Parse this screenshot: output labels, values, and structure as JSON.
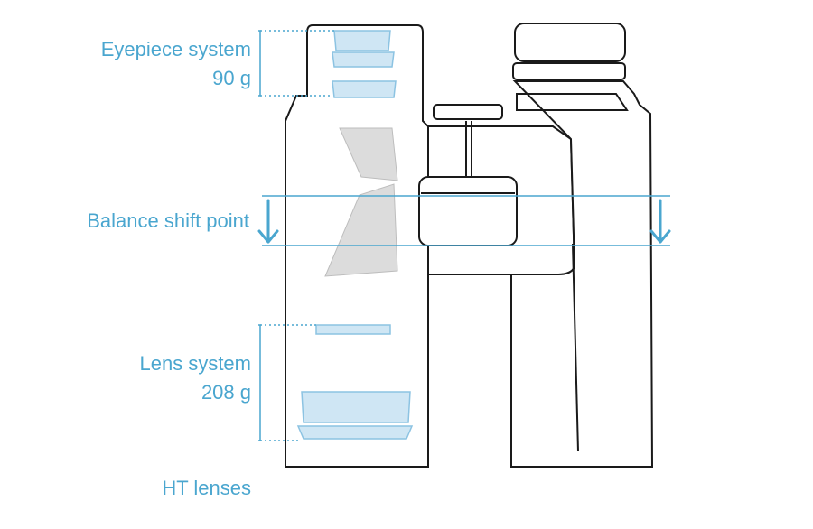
{
  "labels": {
    "eyepiece_title": "Eyepiece system",
    "eyepiece_weight": "90 g",
    "balance": "Balance shift point",
    "lens_title": "Lens system",
    "lens_weight": "208 g",
    "ht": "HT lenses"
  },
  "colors": {
    "accent": "#4aa6cf",
    "outline": "#1a1a1a",
    "lens_fill": "#cfe6f4",
    "prism_fill": "#dcdcdc"
  },
  "icons": [
    "down-arrow-icon",
    "down-arrow-icon"
  ]
}
